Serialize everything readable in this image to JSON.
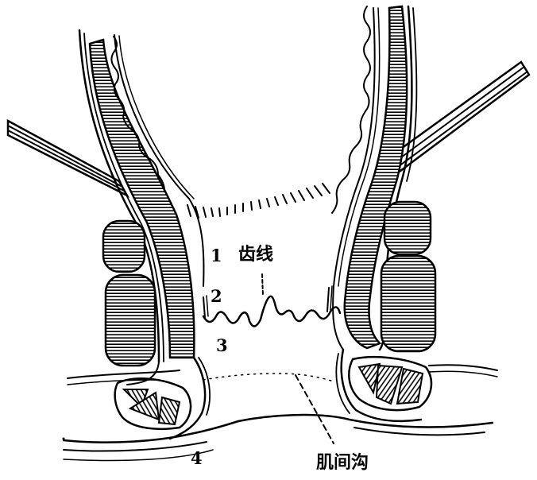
{
  "labels": {
    "one": "1",
    "two": "2",
    "three": "3",
    "four": "4",
    "dentate_line": "齿线",
    "intersphincteric_groove": "肌间沟"
  },
  "colors": {
    "ink": "#000000",
    "paper": "#ffffff"
  }
}
